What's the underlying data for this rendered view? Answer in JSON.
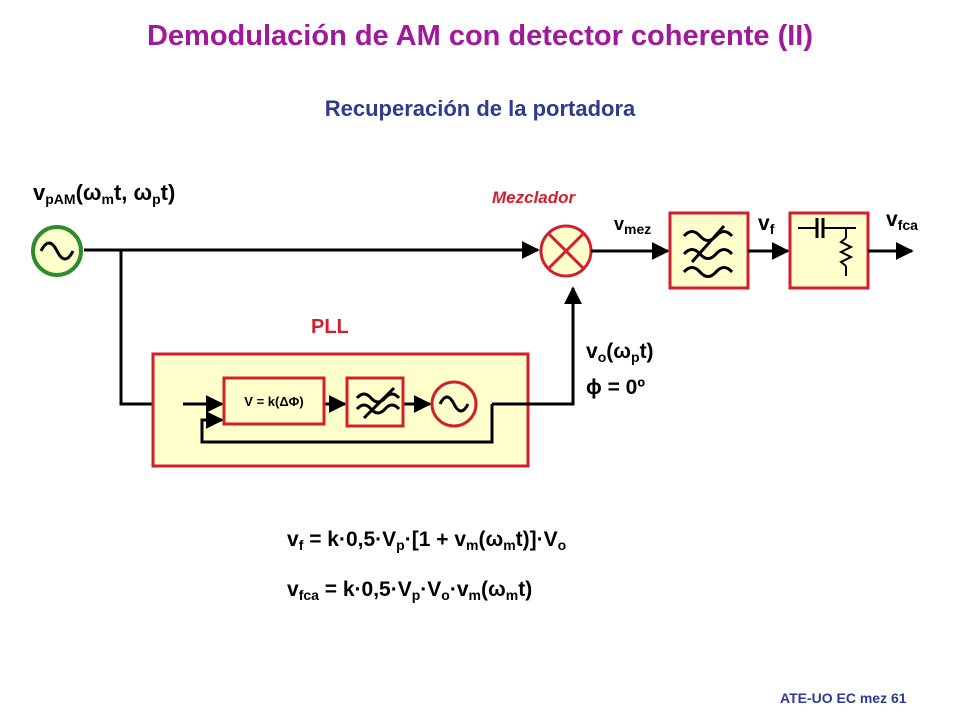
{
  "title": "Demodulación de AM con detector coherente (II)",
  "subtitle": "Recuperación de la portadora",
  "labels": {
    "v_pam": {
      "base": "v",
      "sub": "pAM",
      "tail": "(",
      "w1": "ω",
      "w1sub": "m",
      "mid": "t, ",
      "w2": "ω",
      "w2sub": "p",
      "end": "t)"
    },
    "mixer": "Mezclador",
    "v_mez": {
      "base": "v",
      "sub": "mez"
    },
    "v_f": {
      "base": "v",
      "sub": "f"
    },
    "v_fca": {
      "base": "v",
      "sub": "fca"
    },
    "pll": "PLL",
    "v_o": {
      "base": "v",
      "sub": "o",
      "tail": "(",
      "w": "ω",
      "wsub": "p",
      "end": "t)"
    },
    "phi": "ϕ = 0º",
    "phase_detector": "V = k(ΔΦ)"
  },
  "equations": {
    "eq1": {
      "p1": "v",
      "s1": "f",
      "p2": " = k·0,5·V",
      "s2": "p",
      "p3": "·[1 + v",
      "s3": "m",
      "p4": "(",
      "p5": "ω",
      "s5": "m",
      "p6": "t)]·V",
      "s6": "o"
    },
    "eq2": {
      "p1": "v",
      "s1": "fca",
      "p2": " = k·0,5·V",
      "s2": "p",
      "p3": "·V",
      "s3": "o",
      "p4": "·v",
      "s4": "m",
      "p5": "(",
      "p6": "ω",
      "s6": "m",
      "p7": "t)"
    }
  },
  "footer": "ATE-UO EC mez 61",
  "colors": {
    "title": "#a0189b",
    "subtitle": "#2e3b8e",
    "block_fill": "#ffffcc",
    "block_border": "#d21e2e",
    "oscillator_fill": "#ffffcc",
    "oscillator_ring": "#2e8b2e",
    "accent_red": "#d21e2e"
  },
  "icons": {
    "source": "sine-source-icon",
    "mixer": "multiplier-icon",
    "filter": "lowpass-filter-icon",
    "dc_block": "capacitor-resistor-icon",
    "vco": "vco-icon"
  }
}
